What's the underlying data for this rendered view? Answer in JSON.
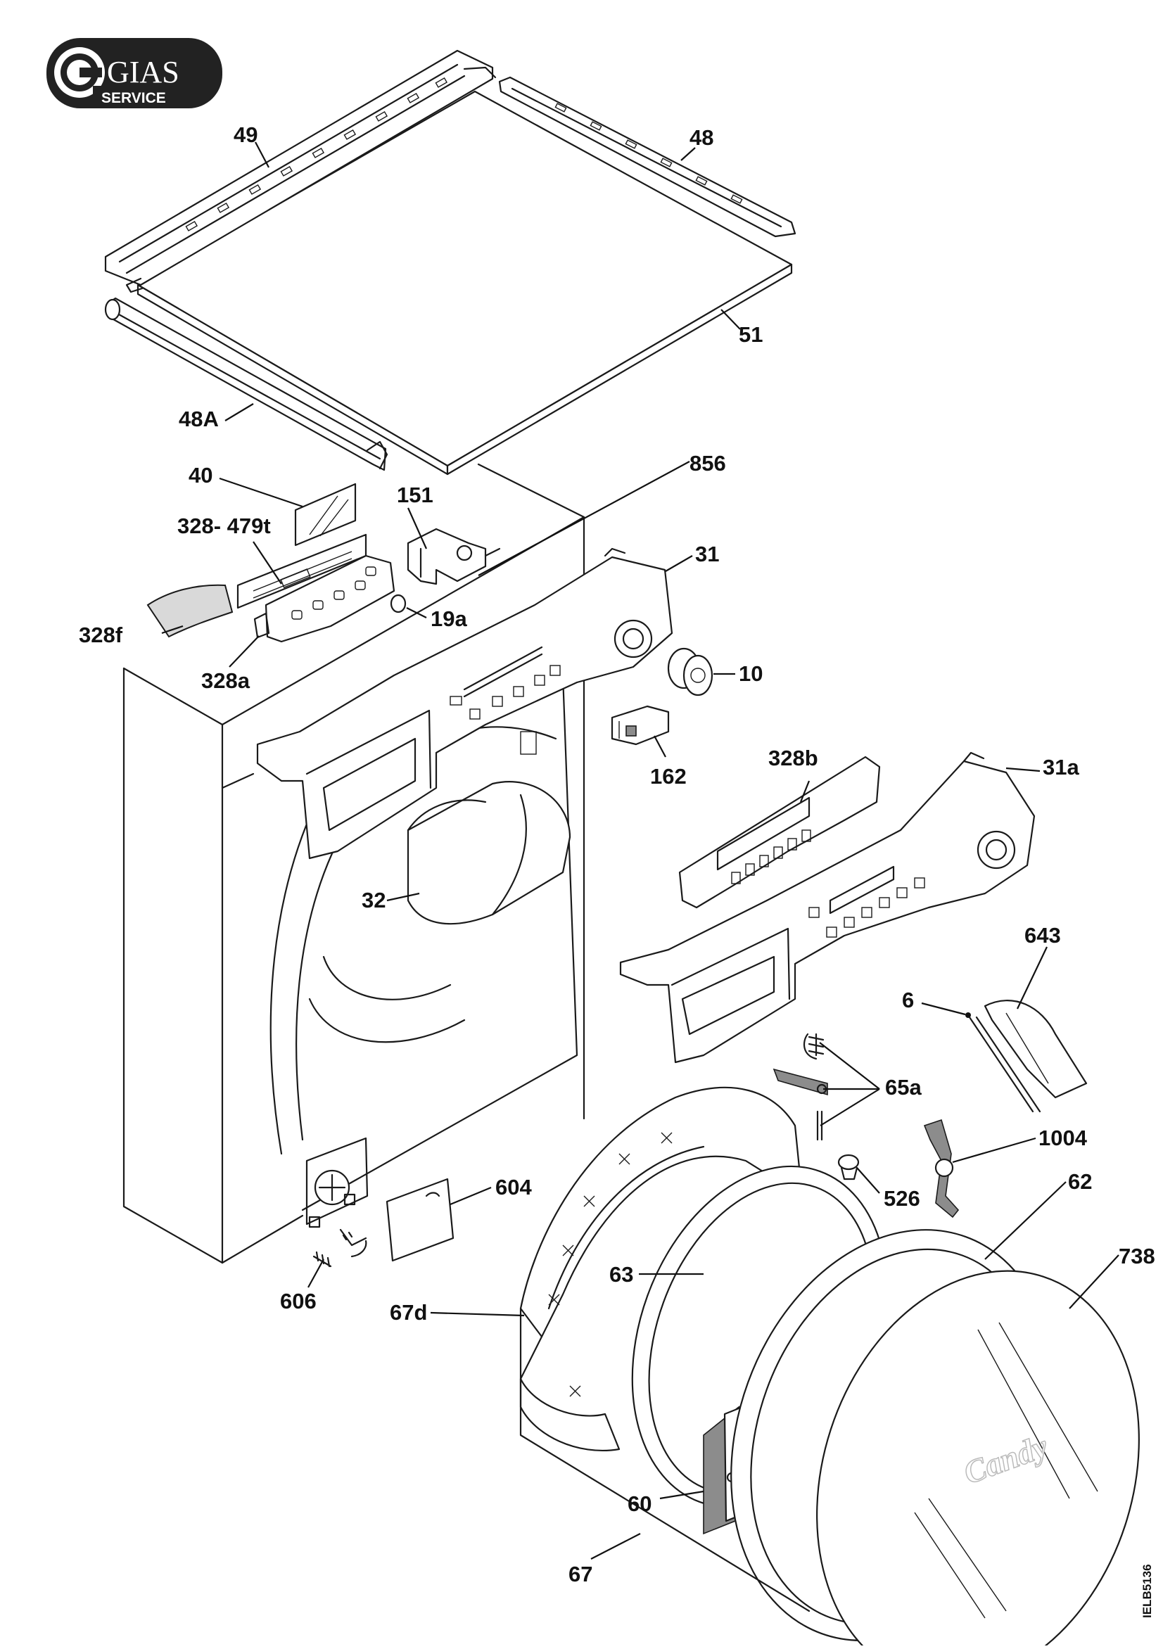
{
  "logo": {
    "brand": "GIAS",
    "tagline": "SERVICE"
  },
  "document_code": "IELB5136",
  "watermark": "Candy",
  "callouts": [
    {
      "id": "49",
      "label": "49"
    },
    {
      "id": "48",
      "label": "48"
    },
    {
      "id": "51",
      "label": "51"
    },
    {
      "id": "48A",
      "label": "48A"
    },
    {
      "id": "40",
      "label": "40"
    },
    {
      "id": "856",
      "label": "856"
    },
    {
      "id": "151",
      "label": "151"
    },
    {
      "id": "328-479t",
      "label": "328- 479t"
    },
    {
      "id": "31",
      "label": "31"
    },
    {
      "id": "19a",
      "label": "19a"
    },
    {
      "id": "328f",
      "label": "328f"
    },
    {
      "id": "328a",
      "label": "328a"
    },
    {
      "id": "10",
      "label": "10"
    },
    {
      "id": "162",
      "label": "162"
    },
    {
      "id": "328b",
      "label": "328b"
    },
    {
      "id": "31a",
      "label": "31a"
    },
    {
      "id": "32",
      "label": "32"
    },
    {
      "id": "643",
      "label": "643"
    },
    {
      "id": "6",
      "label": "6"
    },
    {
      "id": "65a",
      "label": "65a"
    },
    {
      "id": "1004",
      "label": "1004"
    },
    {
      "id": "526",
      "label": "526"
    },
    {
      "id": "604",
      "label": "604"
    },
    {
      "id": "62",
      "label": "62"
    },
    {
      "id": "738",
      "label": "738"
    },
    {
      "id": "63",
      "label": "63"
    },
    {
      "id": "606",
      "label": "606"
    },
    {
      "id": "67d",
      "label": "67d"
    },
    {
      "id": "60",
      "label": "60"
    },
    {
      "id": "67",
      "label": "67"
    }
  ]
}
